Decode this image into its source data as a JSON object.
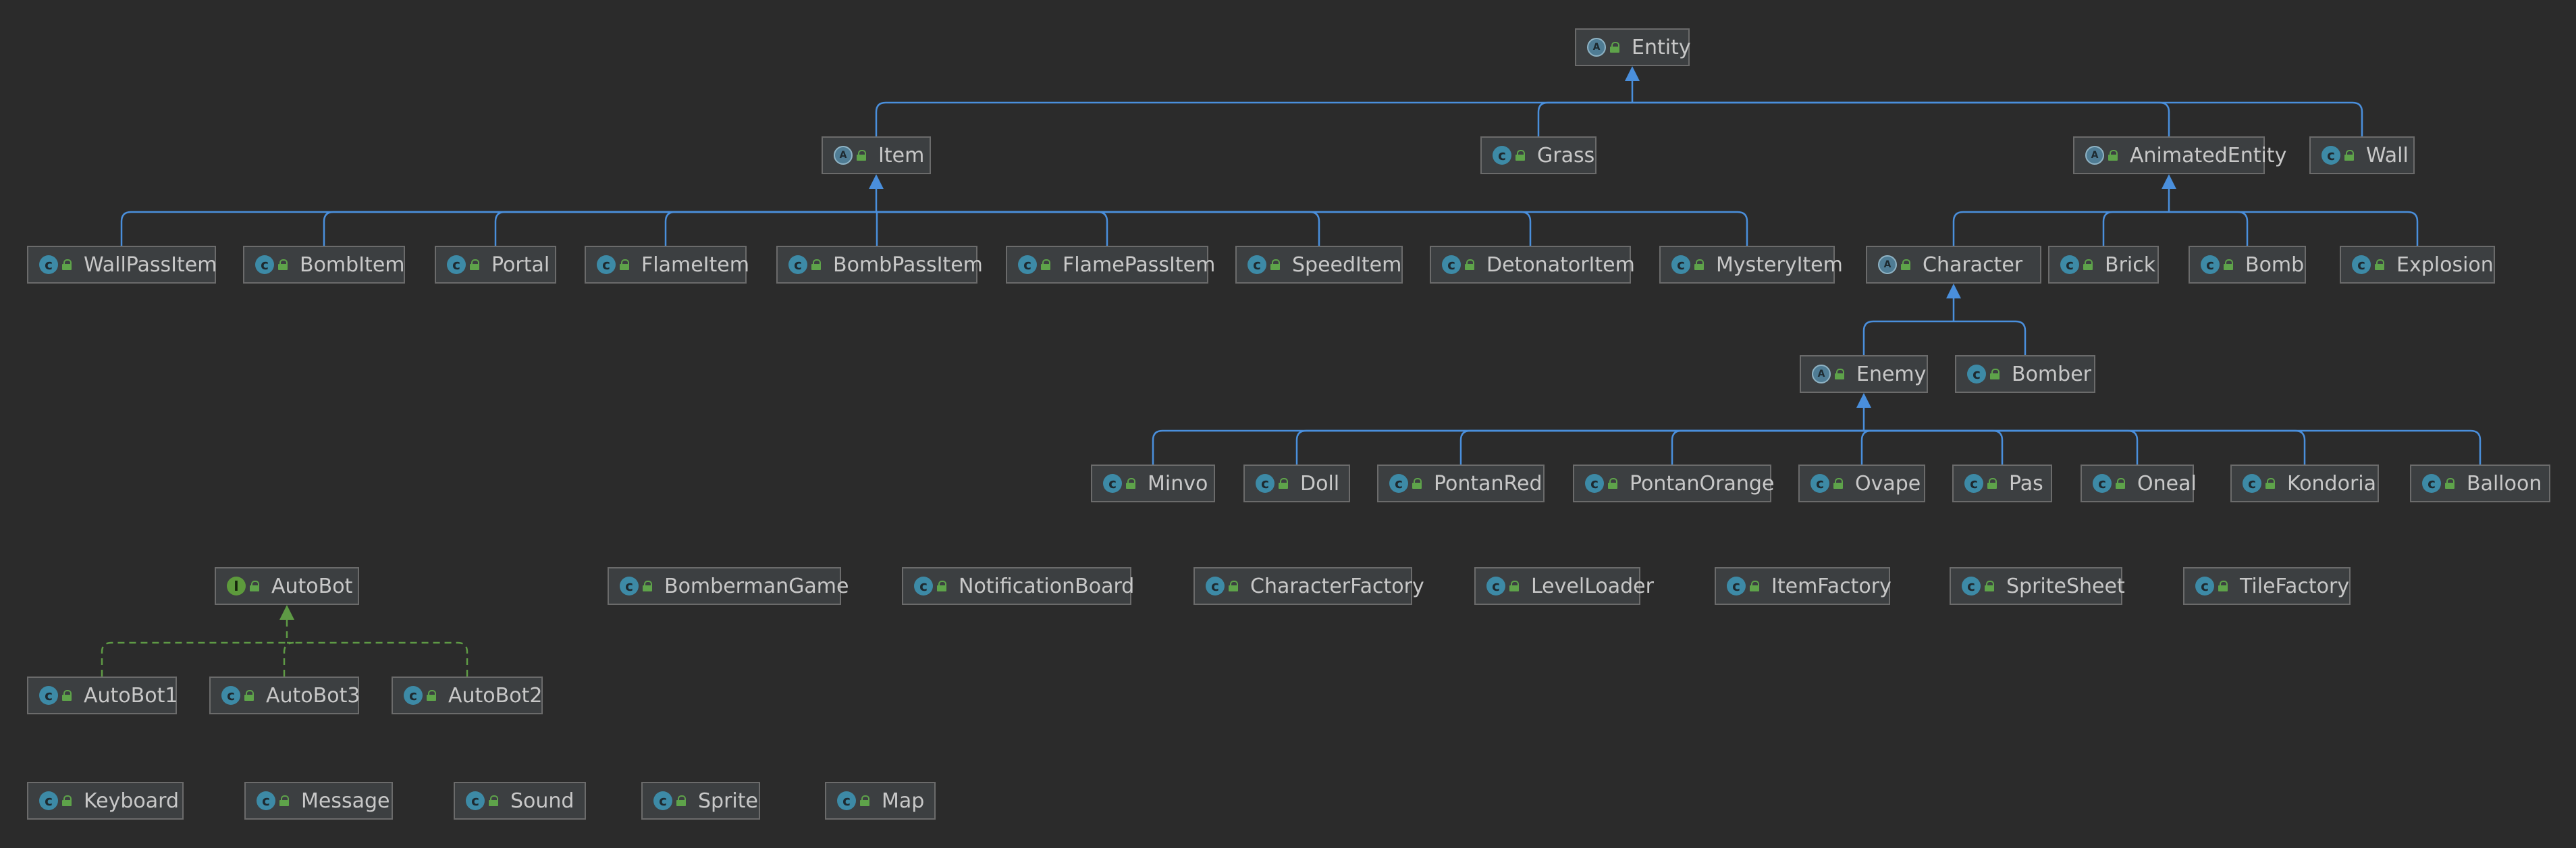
{
  "colors": {
    "background": "#2b2b2b",
    "extends_edge": "#4a8fdc",
    "implements_edge": "#5e9a45",
    "node_fill": "#3c3f41",
    "node_border": "#6b6b6b",
    "label": "#c8c8c8"
  },
  "nodes": [
    {
      "id": "Entity",
      "label": "Entity",
      "kind": "abstract-class",
      "icon": "abstract-class-icon"
    },
    {
      "id": "Item",
      "label": "Item",
      "kind": "abstract-class",
      "icon": "abstract-class-icon"
    },
    {
      "id": "Grass",
      "label": "Grass",
      "kind": "class",
      "icon": "class-icon"
    },
    {
      "id": "AnimatedEntity",
      "label": "AnimatedEntity",
      "kind": "abstract-class",
      "icon": "abstract-class-icon"
    },
    {
      "id": "Wall",
      "label": "Wall",
      "kind": "class",
      "icon": "class-icon"
    },
    {
      "id": "WallPassItem",
      "label": "WallPassItem",
      "kind": "class",
      "icon": "class-icon"
    },
    {
      "id": "BombItem",
      "label": "BombItem",
      "kind": "class",
      "icon": "class-icon"
    },
    {
      "id": "Portal",
      "label": "Portal",
      "kind": "class",
      "icon": "class-icon"
    },
    {
      "id": "FlameItem",
      "label": "FlameItem",
      "kind": "class",
      "icon": "class-icon"
    },
    {
      "id": "BombPassItem",
      "label": "BombPassItem",
      "kind": "class",
      "icon": "class-icon"
    },
    {
      "id": "FlamePassItem",
      "label": "FlamePassItem",
      "kind": "class",
      "icon": "class-icon"
    },
    {
      "id": "SpeedItem",
      "label": "SpeedItem",
      "kind": "class",
      "icon": "class-icon"
    },
    {
      "id": "DetonatorItem",
      "label": "DetonatorItem",
      "kind": "class",
      "icon": "class-icon"
    },
    {
      "id": "MysteryItem",
      "label": "MysteryItem",
      "kind": "class",
      "icon": "class-icon"
    },
    {
      "id": "Character",
      "label": "Character",
      "kind": "abstract-class",
      "icon": "abstract-class-icon"
    },
    {
      "id": "Brick",
      "label": "Brick",
      "kind": "class",
      "icon": "class-icon"
    },
    {
      "id": "Bomb",
      "label": "Bomb",
      "kind": "class",
      "icon": "class-icon"
    },
    {
      "id": "Explosion",
      "label": "Explosion",
      "kind": "class",
      "icon": "class-icon"
    },
    {
      "id": "Enemy",
      "label": "Enemy",
      "kind": "abstract-class",
      "icon": "abstract-class-icon"
    },
    {
      "id": "Bomber",
      "label": "Bomber",
      "kind": "class",
      "icon": "class-icon"
    },
    {
      "id": "Minvo",
      "label": "Minvo",
      "kind": "class",
      "icon": "class-icon"
    },
    {
      "id": "Doll",
      "label": "Doll",
      "kind": "class",
      "icon": "class-icon"
    },
    {
      "id": "PontanRed",
      "label": "PontanRed",
      "kind": "class",
      "icon": "class-icon"
    },
    {
      "id": "PontanOrange",
      "label": "PontanOrange",
      "kind": "class",
      "icon": "class-icon"
    },
    {
      "id": "Ovape",
      "label": "Ovape",
      "kind": "class",
      "icon": "class-icon"
    },
    {
      "id": "Pas",
      "label": "Pas",
      "kind": "class",
      "icon": "class-icon"
    },
    {
      "id": "Oneal",
      "label": "Oneal",
      "kind": "class",
      "icon": "class-icon"
    },
    {
      "id": "Kondoria",
      "label": "Kondoria",
      "kind": "class",
      "icon": "class-icon"
    },
    {
      "id": "Balloon",
      "label": "Balloon",
      "kind": "class",
      "icon": "class-icon"
    },
    {
      "id": "AutoBot",
      "label": "AutoBot",
      "kind": "interface",
      "icon": "interface-icon"
    },
    {
      "id": "BombermanGame",
      "label": "BombermanGame",
      "kind": "main-class",
      "icon": "main-class-icon"
    },
    {
      "id": "NotificationBoard",
      "label": "NotificationBoard",
      "kind": "class",
      "icon": "class-icon"
    },
    {
      "id": "CharacterFactory",
      "label": "CharacterFactory",
      "kind": "class",
      "icon": "class-icon"
    },
    {
      "id": "LevelLoader",
      "label": "LevelLoader",
      "kind": "main-class",
      "icon": "main-class-icon"
    },
    {
      "id": "ItemFactory",
      "label": "ItemFactory",
      "kind": "class",
      "icon": "class-icon"
    },
    {
      "id": "SpriteSheet",
      "label": "SpriteSheet",
      "kind": "class",
      "icon": "class-icon"
    },
    {
      "id": "TileFactory",
      "label": "TileFactory",
      "kind": "class",
      "icon": "class-icon"
    },
    {
      "id": "AutoBot1",
      "label": "AutoBot1",
      "kind": "class",
      "icon": "class-icon"
    },
    {
      "id": "AutoBot3",
      "label": "AutoBot3",
      "kind": "class",
      "icon": "class-icon"
    },
    {
      "id": "AutoBot2",
      "label": "AutoBot2",
      "kind": "class",
      "icon": "class-icon"
    },
    {
      "id": "Keyboard",
      "label": "Keyboard",
      "kind": "class",
      "icon": "class-icon"
    },
    {
      "id": "Message",
      "label": "Message",
      "kind": "class",
      "icon": "class-icon"
    },
    {
      "id": "Sound",
      "label": "Sound",
      "kind": "class",
      "icon": "class-icon"
    },
    {
      "id": "Sprite",
      "label": "Sprite",
      "kind": "class",
      "icon": "class-icon"
    },
    {
      "id": "Map",
      "label": "Map",
      "kind": "class",
      "icon": "class-icon"
    }
  ],
  "edges": [
    {
      "from": "Item",
      "to": "Entity",
      "type": "extends"
    },
    {
      "from": "Grass",
      "to": "Entity",
      "type": "extends"
    },
    {
      "from": "AnimatedEntity",
      "to": "Entity",
      "type": "extends"
    },
    {
      "from": "Wall",
      "to": "Entity",
      "type": "extends"
    },
    {
      "from": "WallPassItem",
      "to": "Item",
      "type": "extends"
    },
    {
      "from": "BombItem",
      "to": "Item",
      "type": "extends"
    },
    {
      "from": "Portal",
      "to": "Item",
      "type": "extends"
    },
    {
      "from": "FlameItem",
      "to": "Item",
      "type": "extends"
    },
    {
      "from": "BombPassItem",
      "to": "Item",
      "type": "extends"
    },
    {
      "from": "FlamePassItem",
      "to": "Item",
      "type": "extends"
    },
    {
      "from": "SpeedItem",
      "to": "Item",
      "type": "extends"
    },
    {
      "from": "DetonatorItem",
      "to": "Item",
      "type": "extends"
    },
    {
      "from": "MysteryItem",
      "to": "Item",
      "type": "extends"
    },
    {
      "from": "Character",
      "to": "AnimatedEntity",
      "type": "extends"
    },
    {
      "from": "Brick",
      "to": "AnimatedEntity",
      "type": "extends"
    },
    {
      "from": "Bomb",
      "to": "AnimatedEntity",
      "type": "extends"
    },
    {
      "from": "Explosion",
      "to": "AnimatedEntity",
      "type": "extends"
    },
    {
      "from": "Enemy",
      "to": "Character",
      "type": "extends"
    },
    {
      "from": "Bomber",
      "to": "Character",
      "type": "extends"
    },
    {
      "from": "Minvo",
      "to": "Enemy",
      "type": "extends"
    },
    {
      "from": "Doll",
      "to": "Enemy",
      "type": "extends"
    },
    {
      "from": "PontanRed",
      "to": "Enemy",
      "type": "extends"
    },
    {
      "from": "PontanOrange",
      "to": "Enemy",
      "type": "extends"
    },
    {
      "from": "Ovape",
      "to": "Enemy",
      "type": "extends"
    },
    {
      "from": "Pas",
      "to": "Enemy",
      "type": "extends"
    },
    {
      "from": "Oneal",
      "to": "Enemy",
      "type": "extends"
    },
    {
      "from": "Kondoria",
      "to": "Enemy",
      "type": "extends"
    },
    {
      "from": "Balloon",
      "to": "Enemy",
      "type": "extends"
    },
    {
      "from": "AutoBot1",
      "to": "AutoBot",
      "type": "implements"
    },
    {
      "from": "AutoBot3",
      "to": "AutoBot",
      "type": "implements"
    },
    {
      "from": "AutoBot2",
      "to": "AutoBot",
      "type": "implements"
    }
  ]
}
